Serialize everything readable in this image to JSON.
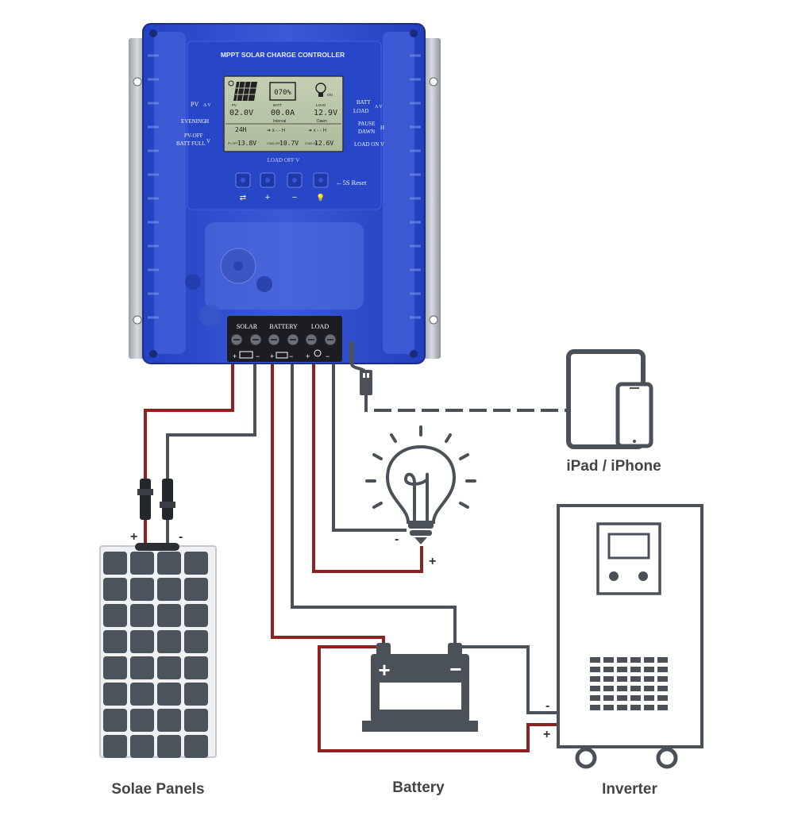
{
  "controller": {
    "title": "MPPT SOLAR CHARGE CONTROLLER",
    "left_labels": {
      "pv": "PV",
      "pv_sub": "A V",
      "evening": "EVENING",
      "evening_sub": "H",
      "pvoff": "PV-OFF",
      "battfull": "BATT FULL",
      "battfull_sub": "V"
    },
    "right_labels": {
      "batt": "BATT",
      "load": "LOAD",
      "ba_sub": "A V",
      "pause": "PAUSE",
      "dawn": "DAWN",
      "h": "H",
      "loadon": "LOAD ON",
      "loadon_sub": "V"
    },
    "lcd": {
      "batt_percent": "070%",
      "pv_label": "PV",
      "pv_value": "02.0V",
      "batt_label": "BATT",
      "batt_value": "00.0A",
      "load_label": "LOAD",
      "load_value": "12.9V",
      "on_label": "ON",
      "interval": "Interval",
      "dawn": "Dawn",
      "hours": "24H",
      "interval_pattern": "➔ x - - H",
      "dawn_pattern": "➔ x - - H",
      "pvoff_label": "PV OFF",
      "pvoff_value": "13.8V",
      "loadoff_label": "LOAD OFF",
      "loadoff_value": "10.7V",
      "loadon_label": "LOAD ON",
      "loadon_value": "12.6V"
    },
    "load_off": "LOAD OFF V",
    "reset": "←5S Reset",
    "button_symbols": [
      "⇄",
      "+",
      "−",
      "💡"
    ],
    "terminals": {
      "solar": "SOLAR",
      "battery": "BATTERY",
      "load": "LOAD"
    },
    "terminal_signs": [
      "+",
      "−",
      "+",
      "−",
      "+",
      "−"
    ]
  },
  "labels": {
    "solar": "Solae Panels",
    "battery": "Battery",
    "inverter": "Inverter",
    "ipad": "iPad / iPhone"
  },
  "polarity": {
    "panel_plus": "+",
    "panel_minus": "-",
    "bulb_plus": "+",
    "bulb_minus": "-",
    "inverter_plus": "+",
    "inverter_minus": "-",
    "battery_plus": "+",
    "battery_minus": "−"
  },
  "colors": {
    "red_wire": "#8e2121",
    "gray_wire": "#4b5159",
    "controller_blue": "#2a47c4",
    "icon_gray": "#505860"
  }
}
